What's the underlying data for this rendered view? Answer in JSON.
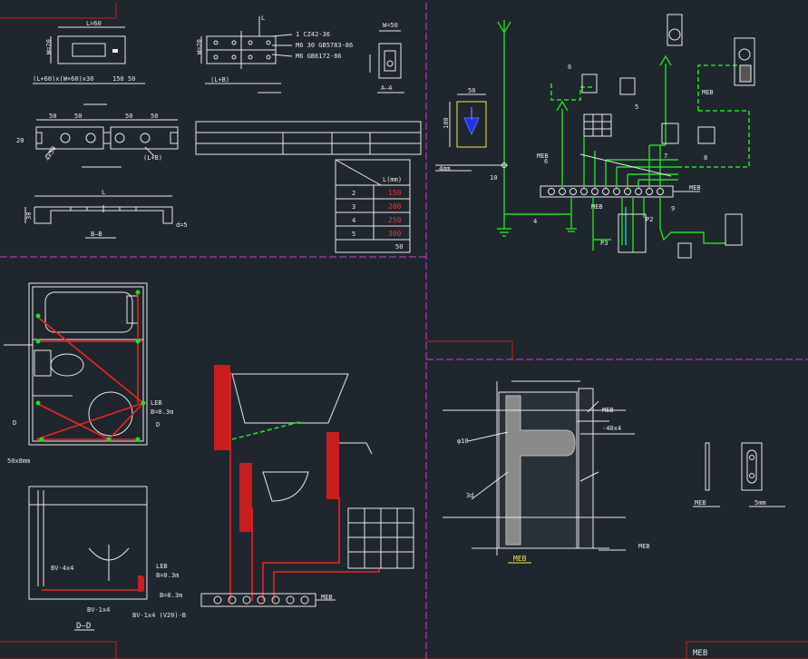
{
  "top_left": {
    "plate1": {
      "dim_top": "L=60",
      "dim_left": "W=20",
      "caption": "(L+60)x(W+60)x30",
      "caption2": "150 50"
    },
    "plate2": {
      "dim_top": "L",
      "dim_left": "W=20",
      "caption": "(L+B)",
      "notes": [
        "1  CZ42-36",
        "M6 30  GB5783-86",
        "M6  GB6172-86"
      ]
    },
    "section_aa": {
      "dim": "W=50",
      "label": "A—A"
    },
    "strip": {
      "dims": [
        "50",
        "50",
        "50",
        "50"
      ],
      "side": "20",
      "note1": "4x50",
      "note2": "(L+B)"
    },
    "section_bb": {
      "dim_top": "L",
      "dim_side": "30",
      "note": "d=5",
      "label": "B—B"
    },
    "table": {
      "header": "L(mm)",
      "rows": [
        [
          "2",
          "150"
        ],
        [
          "3",
          "200"
        ],
        [
          "4",
          "250"
        ],
        [
          "5",
          "300"
        ]
      ],
      "last": "50"
    }
  },
  "top_right": {
    "ground_label": "4mm",
    "symbol_dim": "50",
    "symbol_side": "100",
    "mark_10": "10",
    "mark_4": "4",
    "meb_label": "MEB",
    "small_labels": [
      "6",
      "5",
      "8",
      "MEB",
      "7",
      "6",
      "9",
      "P2",
      "P3",
      "MEB",
      "MEB"
    ]
  },
  "bottom_left": {
    "left_labels": [
      "LEB",
      "B=0.3m",
      "D",
      "D",
      "50x8mm"
    ],
    "plan2_labels": [
      "BV-4x4",
      "LEB",
      "B=0.3m",
      "B=0.3m",
      "BV-1x4",
      "BV-1x4 (V20)-B"
    ],
    "section_label": "D—D",
    "meb_label": "MEB"
  },
  "bottom_right": {
    "labels": [
      "φ10",
      "MEB",
      "-40x4",
      "MEB",
      "3d"
    ],
    "meb_caption": "MEB",
    "plate_label_left": "MEB",
    "plate_label_right": "5mm",
    "corner_label": "MEB"
  }
}
